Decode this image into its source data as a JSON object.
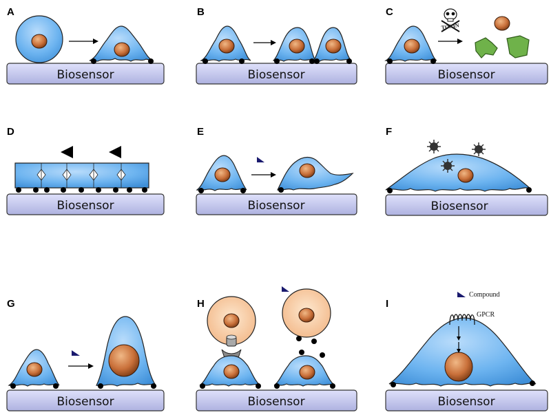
{
  "panels": [
    {
      "label": "A",
      "sensor_label": "Biosensor"
    },
    {
      "label": "B",
      "sensor_label": "Biosensor"
    },
    {
      "label": "C",
      "sensor_label": "Biosensor",
      "toxin_label": "TOXIN"
    },
    {
      "label": "D",
      "sensor_label": "Biosensor"
    },
    {
      "label": "E",
      "sensor_label": "Biosensor"
    },
    {
      "label": "F",
      "sensor_label": "Biosensor"
    },
    {
      "label": "G",
      "sensor_label": "Biosensor"
    },
    {
      "label": "H",
      "sensor_label": "Biosensor"
    },
    {
      "label": "I",
      "sensor_label": "Biosensor",
      "compound_label": "Compound",
      "gpcr_label": "GPCR"
    }
  ],
  "colors": {
    "sensor_fill": "#c8cbef",
    "cell_fill": "#5ea9ec",
    "nucleus_fill": "#c9703a",
    "debris_fill": "#6fb24a",
    "ligand_fill": "#1a1a6e",
    "virus_fill": "#333333"
  }
}
